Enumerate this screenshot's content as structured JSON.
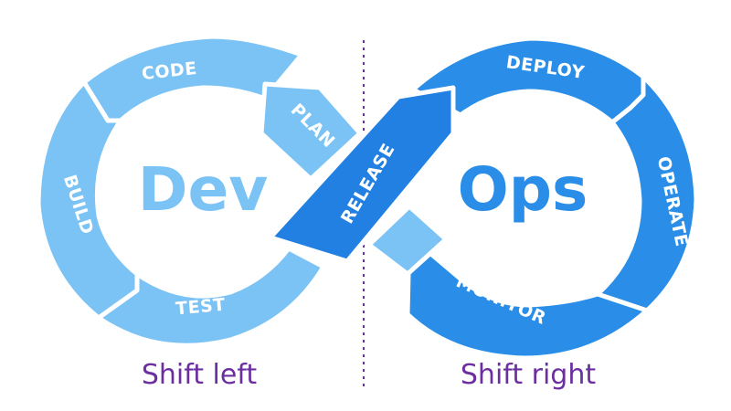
{
  "colors": {
    "dev_light": "#7CC3F5",
    "ops_blue": "#2A8EE8",
    "release_blue": "#2280E2",
    "separator": "#6B2FA0",
    "caption": "#6B2FA0",
    "background": "#FFFFFF"
  },
  "dev": {
    "title": "Dev",
    "steps": {
      "code": "CODE",
      "plan": "PLAN",
      "build": "BUILD",
      "test": "TEST"
    }
  },
  "release": {
    "label": "RELEASE"
  },
  "ops": {
    "title": "Ops",
    "steps": {
      "deploy": "DEPLOY",
      "operate": "OPERATE",
      "monitor": "MONITOR"
    }
  },
  "captions": {
    "left": "Shift left",
    "right": "Shift right"
  }
}
